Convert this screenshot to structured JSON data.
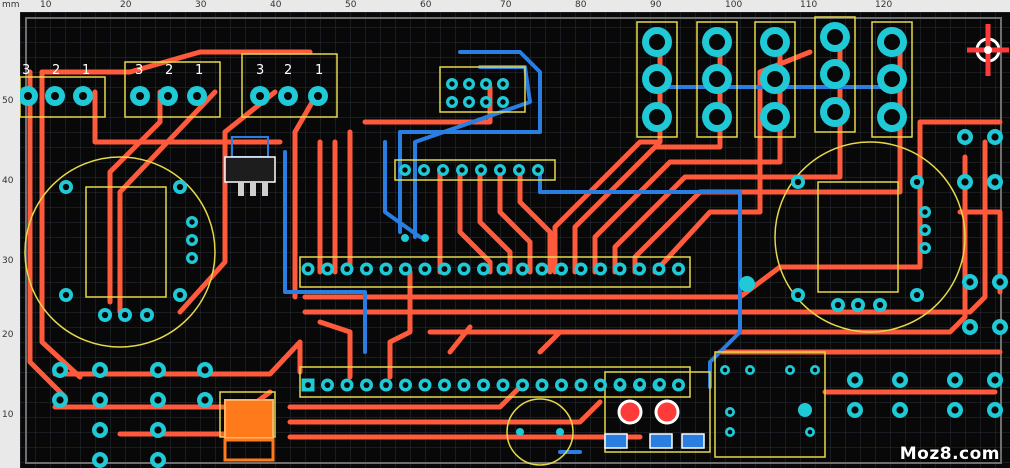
{
  "ruler": {
    "unit": "mm",
    "top_ticks": [
      "10",
      "20",
      "30",
      "40",
      "50",
      "60",
      "70",
      "80",
      "90",
      "100",
      "110",
      "120"
    ],
    "left_ticks": [
      "50",
      "40",
      "30",
      "20",
      "10"
    ]
  },
  "board": {
    "connector_labels": [
      "3",
      "2",
      "1",
      "3",
      "2",
      "1",
      "3",
      "2",
      "1"
    ],
    "silkscreen_color": "#e6d94a",
    "trace_top_color": "#ff5a3c",
    "trace_bottom_color": "#2a7de1",
    "pad_color": "#1fc9d6",
    "grid_color": "#2a2f3a"
  },
  "watermark": "Moz8.com",
  "controls": {
    "nav_icon": "pan-compass-icon"
  }
}
